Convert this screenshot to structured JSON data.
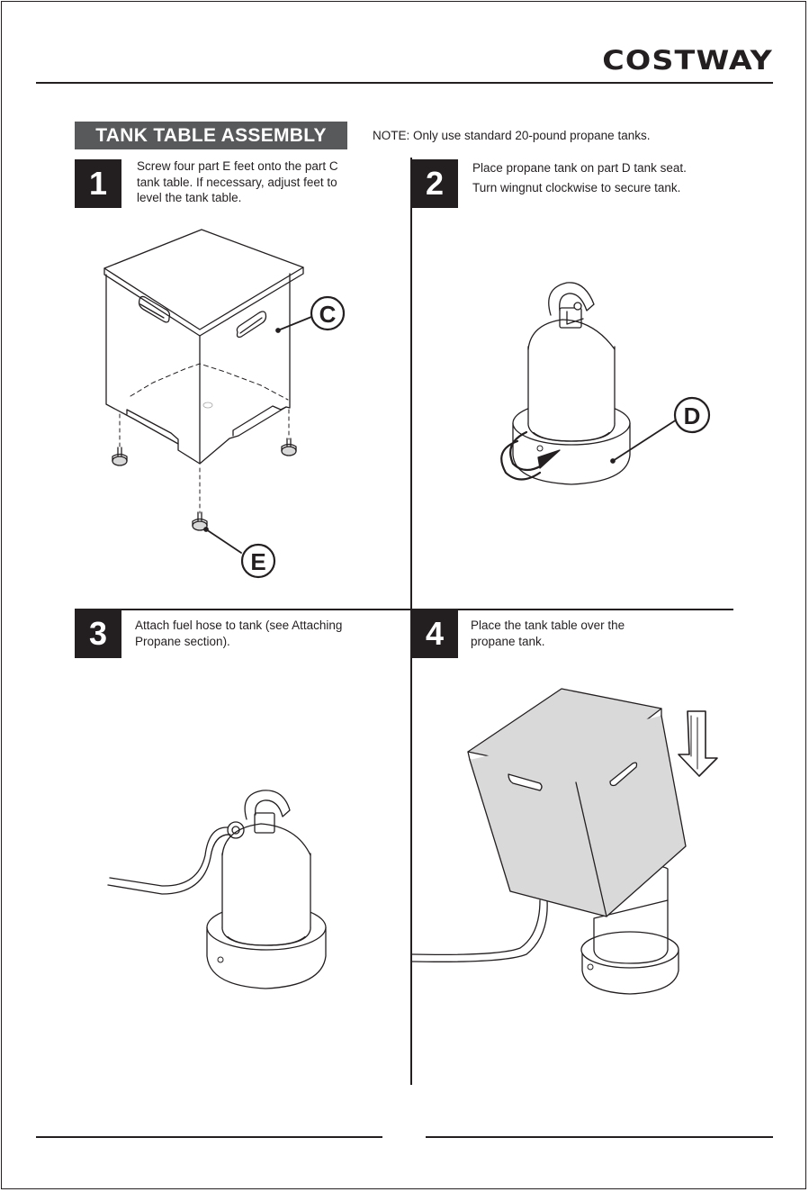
{
  "header": {
    "brand": "COSTWAY"
  },
  "section": {
    "title": "TANK TABLE ASSEMBLY",
    "note_label": "NOTE:",
    "note_text": "Only use standard 20-pound propane tanks."
  },
  "steps": [
    {
      "number": "1",
      "lines": [
        "Screw four part E feet onto the part C",
        "tank table. If necessary, adjust feet to",
        "level the tank table."
      ]
    },
    {
      "number": "2",
      "lines": [
        "Place propane tank on part D tank seat.",
        "Turn wingnut clockwise to secure tank."
      ]
    },
    {
      "number": "3",
      "lines": [
        "Attach fuel hose to tank (see Attaching",
        "Propane section)."
      ]
    },
    {
      "number": "4",
      "lines": [
        "Place the tank table over the",
        "propane tank."
      ]
    }
  ],
  "callouts": {
    "c": "C",
    "d": "D",
    "e": "E"
  },
  "colors": {
    "ink": "#231f20",
    "banner": "#58595b",
    "fill_gray": "#d9d9d9"
  }
}
